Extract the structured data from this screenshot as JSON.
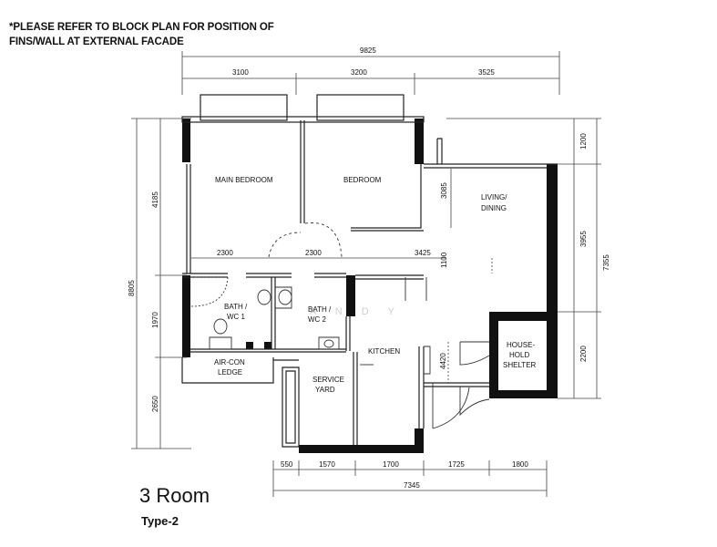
{
  "note": {
    "line1": "*PLEASE REFER TO BLOCK PLAN FOR POSITION OF",
    "line2": "FINS/WALL AT EXTERNAL FACADE"
  },
  "title": "3 Room",
  "subtitle": "Type-2",
  "watermark": "A N D Y",
  "rooms": {
    "main_bedroom": "MAIN BEDROOM",
    "bedroom": "BEDROOM",
    "living_1": "LIVING/",
    "living_2": "DINING",
    "bath1_1": "BATH /",
    "bath1_2": "WC 1",
    "bath2_1": "BATH /",
    "bath2_2": "WC 2",
    "kitchen": "KITCHEN",
    "household_1": "HOUSE-",
    "household_2": "HOLD",
    "household_3": "SHELTER",
    "aircon_1": "AIR-CON",
    "aircon_2": "LEDGE",
    "service_1": "SERVICE",
    "service_2": "YARD"
  },
  "dims": {
    "top_total": "9825",
    "top_1": "3100",
    "top_2": "3200",
    "top_3": "3525",
    "mid_1": "2300",
    "mid_2": "2300",
    "mid_3": "3425",
    "bottom_1": "550",
    "bottom_2": "1570",
    "bottom_3": "1700",
    "bottom_4": "1725",
    "bottom_5": "1800",
    "bottom_total": "7345",
    "left_total": "8805",
    "left_1": "4185",
    "left_2": "1970",
    "left_3": "2650",
    "right_total": "7355",
    "right_1": "1200",
    "right_2": "3955",
    "right_3": "2200",
    "inner_3085": "3085",
    "inner_1100": "1100",
    "inner_4420": "4420"
  },
  "colors": {
    "wall": "#111111",
    "line": "#222222",
    "watermark": "#cfcfcf"
  }
}
